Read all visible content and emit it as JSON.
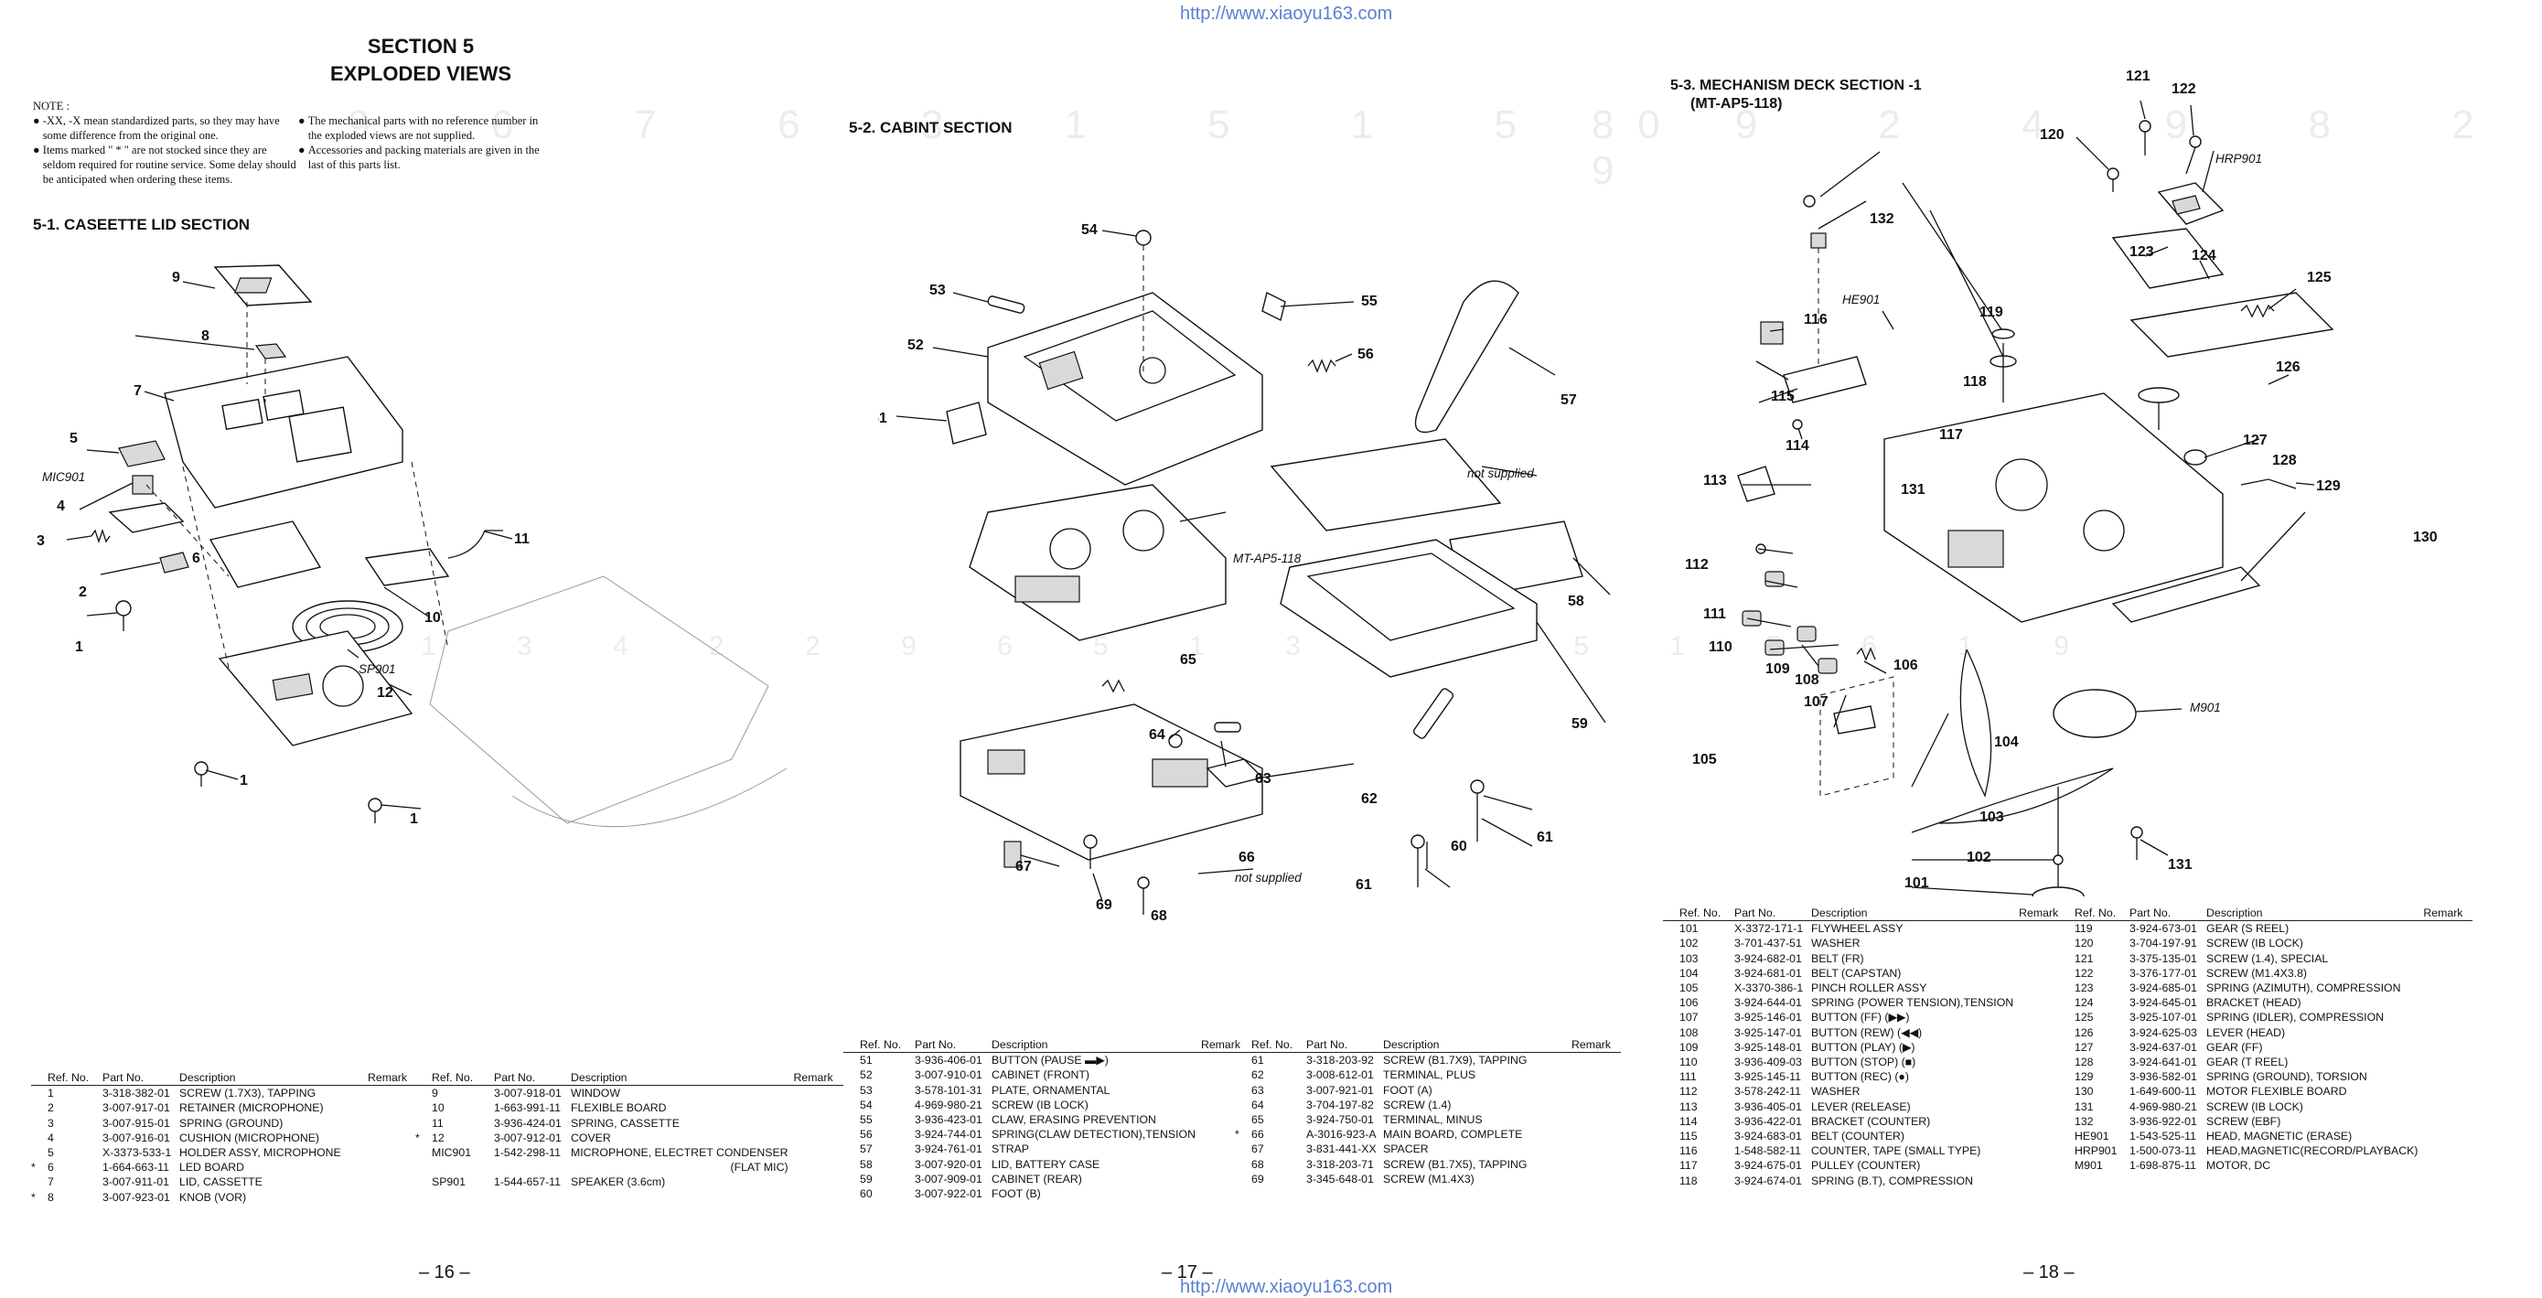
{
  "watermark": {
    "url": "http://www.xiaoyu163.com"
  },
  "page16": {
    "section_title": "SECTION 5",
    "section_subtitle": "EXPLODED VIEWS",
    "note": {
      "heading": "NOTE :",
      "bullets_left": [
        "-XX, -X mean standardized parts, so they may have some difference from the original one.",
        "Items marked \" * \" are not stocked since they are seldom required for routine service. Some delay should be anticipated when ordering these items."
      ],
      "bullets_right": [
        "The mechanical parts with no reference number in the exploded views are not supplied.",
        "Accessories and packing materials are given in the last of this parts list."
      ]
    },
    "subsection": "5-1. CASEETTE LID SECTION",
    "callouts": [
      "9",
      "8",
      "7",
      "5",
      "MIC901",
      "4",
      "3",
      "2",
      "1",
      "11",
      "10",
      "SP901",
      "12",
      "1",
      "1",
      "6"
    ],
    "table_headers": [
      "Ref. No.",
      "Part No.",
      "Description",
      "Remark"
    ],
    "table_left": [
      {
        "mark": "",
        "ref": "1",
        "part": "3-318-382-01",
        "desc": "SCREW (1.7X3), TAPPING",
        "remark": ""
      },
      {
        "mark": "",
        "ref": "2",
        "part": "3-007-917-01",
        "desc": "RETAINER (MICROPHONE)",
        "remark": ""
      },
      {
        "mark": "",
        "ref": "3",
        "part": "3-007-915-01",
        "desc": "SPRING (GROUND)",
        "remark": ""
      },
      {
        "mark": "",
        "ref": "4",
        "part": "3-007-916-01",
        "desc": "CUSHION (MICROPHONE)",
        "remark": ""
      },
      {
        "mark": "",
        "ref": "5",
        "part": "X-3373-533-1",
        "desc": "HOLDER ASSY, MICROPHONE",
        "remark": ""
      },
      {
        "mark": "",
        "ref": "",
        "part": "",
        "desc": "",
        "remark": ""
      },
      {
        "mark": "*",
        "ref": "6",
        "part": "1-664-663-11",
        "desc": "LED BOARD",
        "remark": ""
      },
      {
        "mark": "",
        "ref": "7",
        "part": "3-007-911-01",
        "desc": "LID, CASSETTE",
        "remark": ""
      },
      {
        "mark": "*",
        "ref": "8",
        "part": "3-007-923-01",
        "desc": "KNOB (VOR)",
        "remark": ""
      }
    ],
    "table_right": [
      {
        "mark": "",
        "ref": "9",
        "part": "3-007-918-01",
        "desc": "WINDOW",
        "remark": ""
      },
      {
        "mark": "",
        "ref": "10",
        "part": "1-663-991-11",
        "desc": "FLEXIBLE BOARD",
        "remark": ""
      },
      {
        "mark": "",
        "ref": "11",
        "part": "3-936-424-01",
        "desc": "SPRING, CASSETTE",
        "remark": ""
      },
      {
        "mark": "*",
        "ref": "12",
        "part": "3-007-912-01",
        "desc": "COVER",
        "remark": ""
      },
      {
        "mark": "",
        "ref": "MIC901",
        "part": "1-542-298-11",
        "desc": "MICROPHONE, ELECTRET CONDENSER",
        "remark": ""
      },
      {
        "mark": "",
        "ref": "",
        "part": "",
        "desc": "(FLAT MIC)",
        "remark": ""
      },
      {
        "mark": "",
        "ref": "",
        "part": "",
        "desc": "",
        "remark": ""
      },
      {
        "mark": "",
        "ref": "SP901",
        "part": "1-544-657-11",
        "desc": "SPEAKER (3.6cm)",
        "remark": ""
      }
    ],
    "page_number": "– 16 –"
  },
  "page17": {
    "subsection": "5-2. CABINT SECTION",
    "callouts": [
      "54",
      "53",
      "52",
      "51",
      "55",
      "56",
      "57",
      "not supplied",
      "MT-AP5-118",
      "58",
      "65",
      "64",
      "63",
      "62",
      "59",
      "60",
      "61",
      "61",
      "66",
      "67",
      "69",
      "68",
      "not supplied"
    ],
    "table_headers": [
      "Ref. No.",
      "Part No.",
      "Description",
      "Remark"
    ],
    "table_left": [
      {
        "mark": "",
        "ref": "51",
        "part": "3-936-406-01",
        "desc": "BUTTON (PAUSE ▬▶)",
        "remark": ""
      },
      {
        "mark": "",
        "ref": "52",
        "part": "3-007-910-01",
        "desc": "CABINET (FRONT)",
        "remark": ""
      },
      {
        "mark": "",
        "ref": "53",
        "part": "3-578-101-31",
        "desc": "PLATE, ORNAMENTAL",
        "remark": ""
      },
      {
        "mark": "",
        "ref": "54",
        "part": "4-969-980-21",
        "desc": "SCREW (IB LOCK)",
        "remark": ""
      },
      {
        "mark": "",
        "ref": "55",
        "part": "3-936-423-01",
        "desc": "CLAW, ERASING PREVENTION",
        "remark": ""
      },
      {
        "mark": "",
        "ref": "",
        "part": "",
        "desc": "",
        "remark": ""
      },
      {
        "mark": "",
        "ref": "56",
        "part": "3-924-744-01",
        "desc": "SPRING(CLAW DETECTION),TENSION",
        "remark": ""
      },
      {
        "mark": "",
        "ref": "57",
        "part": "3-924-761-01",
        "desc": "STRAP",
        "remark": ""
      },
      {
        "mark": "",
        "ref": "58",
        "part": "3-007-920-01",
        "desc": "LID, BATTERY CASE",
        "remark": ""
      },
      {
        "mark": "",
        "ref": "59",
        "part": "3-007-909-01",
        "desc": "CABINET (REAR)",
        "remark": ""
      },
      {
        "mark": "",
        "ref": "60",
        "part": "3-007-922-01",
        "desc": "FOOT (B)",
        "remark": ""
      }
    ],
    "table_right": [
      {
        "mark": "",
        "ref": "61",
        "part": "3-318-203-92",
        "desc": "SCREW (B1.7X9), TAPPING",
        "remark": ""
      },
      {
        "mark": "",
        "ref": "62",
        "part": "3-008-612-01",
        "desc": "TERMINAL, PLUS",
        "remark": ""
      },
      {
        "mark": "",
        "ref": "63",
        "part": "3-007-921-01",
        "desc": "FOOT (A)",
        "remark": ""
      },
      {
        "mark": "",
        "ref": "64",
        "part": "3-704-197-82",
        "desc": "SCREW (1.4)",
        "remark": ""
      },
      {
        "mark": "",
        "ref": "65",
        "part": "3-924-750-01",
        "desc": "TERMINAL, MINUS",
        "remark": ""
      },
      {
        "mark": "",
        "ref": "",
        "part": "",
        "desc": "",
        "remark": ""
      },
      {
        "mark": "*",
        "ref": "66",
        "part": "A-3016-923-A",
        "desc": "MAIN BOARD, COMPLETE",
        "remark": ""
      },
      {
        "mark": "",
        "ref": "67",
        "part": "3-831-441-XX",
        "desc": "SPACER",
        "remark": ""
      },
      {
        "mark": "",
        "ref": "68",
        "part": "3-318-203-71",
        "desc": "SCREW (B1.7X5), TAPPING",
        "remark": ""
      },
      {
        "mark": "",
        "ref": "69",
        "part": "3-345-648-01",
        "desc": "SCREW (M1.4X3)",
        "remark": ""
      }
    ],
    "page_number": "– 17 –"
  },
  "page18": {
    "subsection_line1": "5-3. MECHANISM DECK SECTION -1",
    "subsection_line2": "(MT-AP5-118)",
    "callouts": [
      "121",
      "122",
      "120",
      "HRP901",
      "132",
      "123",
      "124",
      "125",
      "HE901",
      "116",
      "119",
      "118",
      "126",
      "115",
      "117",
      "127",
      "114",
      "128",
      "131",
      "129",
      "113",
      "130",
      "112",
      "111",
      "110",
      "109",
      "108",
      "106",
      "107",
      "M901",
      "105",
      "104",
      "103",
      "102",
      "131",
      "101"
    ],
    "table_headers": [
      "Ref. No.",
      "Part No.",
      "Description",
      "Remark"
    ],
    "table_left": [
      {
        "mark": "",
        "ref": "101",
        "part": "X-3372-171-1",
        "desc": "FLYWHEEL ASSY",
        "remark": ""
      },
      {
        "mark": "",
        "ref": "102",
        "part": "3-701-437-51",
        "desc": "WASHER",
        "remark": ""
      },
      {
        "mark": "",
        "ref": "103",
        "part": "3-924-682-01",
        "desc": "BELT (FR)",
        "remark": ""
      },
      {
        "mark": "",
        "ref": "104",
        "part": "3-924-681-01",
        "desc": "BELT (CAPSTAN)",
        "remark": ""
      },
      {
        "mark": "",
        "ref": "105",
        "part": "X-3370-386-1",
        "desc": "PINCH ROLLER ASSY",
        "remark": ""
      },
      {
        "mark": "",
        "ref": "",
        "part": "",
        "desc": "",
        "remark": ""
      },
      {
        "mark": "",
        "ref": "106",
        "part": "3-924-644-01",
        "desc": "SPRING (POWER TENSION),TENSION",
        "remark": ""
      },
      {
        "mark": "",
        "ref": "107",
        "part": "3-925-146-01",
        "desc": "BUTTON (FF) (▶▶)",
        "remark": ""
      },
      {
        "mark": "",
        "ref": "108",
        "part": "3-925-147-01",
        "desc": "BUTTON (REW) (◀◀)",
        "remark": ""
      },
      {
        "mark": "",
        "ref": "109",
        "part": "3-925-148-01",
        "desc": "BUTTON (PLAY) (▶)",
        "remark": ""
      },
      {
        "mark": "",
        "ref": "110",
        "part": "3-936-409-03",
        "desc": "BUTTON (STOP) (■)",
        "remark": ""
      },
      {
        "mark": "",
        "ref": "",
        "part": "",
        "desc": "",
        "remark": ""
      },
      {
        "mark": "",
        "ref": "111",
        "part": "3-925-145-11",
        "desc": "BUTTON (REC) (●)",
        "remark": ""
      },
      {
        "mark": "",
        "ref": "112",
        "part": "3-578-242-11",
        "desc": "WASHER",
        "remark": ""
      },
      {
        "mark": "",
        "ref": "113",
        "part": "3-936-405-01",
        "desc": "LEVER (RELEASE)",
        "remark": ""
      },
      {
        "mark": "",
        "ref": "114",
        "part": "3-936-422-01",
        "desc": "BRACKET (COUNTER)",
        "remark": ""
      },
      {
        "mark": "",
        "ref": "115",
        "part": "3-924-683-01",
        "desc": "BELT (COUNTER)",
        "remark": ""
      },
      {
        "mark": "",
        "ref": "",
        "part": "",
        "desc": "",
        "remark": ""
      },
      {
        "mark": "",
        "ref": "116",
        "part": "1-548-582-11",
        "desc": "COUNTER, TAPE (SMALL TYPE)",
        "remark": ""
      },
      {
        "mark": "",
        "ref": "117",
        "part": "3-924-675-01",
        "desc": "PULLEY (COUNTER)",
        "remark": ""
      },
      {
        "mark": "",
        "ref": "118",
        "part": "3-924-674-01",
        "desc": "SPRING (B.T), COMPRESSION",
        "remark": ""
      }
    ],
    "table_right": [
      {
        "mark": "",
        "ref": "119",
        "part": "3-924-673-01",
        "desc": "GEAR (S REEL)",
        "remark": ""
      },
      {
        "mark": "",
        "ref": "120",
        "part": "3-704-197-91",
        "desc": "SCREW (IB LOCK)",
        "remark": ""
      },
      {
        "mark": "",
        "ref": "121",
        "part": "3-375-135-01",
        "desc": "SCREW (1.4), SPECIAL",
        "remark": ""
      },
      {
        "mark": "",
        "ref": "122",
        "part": "3-376-177-01",
        "desc": "SCREW (M1.4X3.8)",
        "remark": ""
      },
      {
        "mark": "",
        "ref": "123",
        "part": "3-924-685-01",
        "desc": "SPRING (AZIMUTH), COMPRESSION",
        "remark": ""
      },
      {
        "mark": "",
        "ref": "",
        "part": "",
        "desc": "",
        "remark": ""
      },
      {
        "mark": "",
        "ref": "124",
        "part": "3-924-645-01",
        "desc": "BRACKET (HEAD)",
        "remark": ""
      },
      {
        "mark": "",
        "ref": "125",
        "part": "3-925-107-01",
        "desc": "SPRING (IDLER), COMPRESSION",
        "remark": ""
      },
      {
        "mark": "",
        "ref": "126",
        "part": "3-924-625-03",
        "desc": "LEVER (HEAD)",
        "remark": ""
      },
      {
        "mark": "",
        "ref": "127",
        "part": "3-924-637-01",
        "desc": "GEAR (FF)",
        "remark": ""
      },
      {
        "mark": "",
        "ref": "128",
        "part": "3-924-641-01",
        "desc": "GEAR (T REEL)",
        "remark": ""
      },
      {
        "mark": "",
        "ref": "",
        "part": "",
        "desc": "",
        "remark": ""
      },
      {
        "mark": "",
        "ref": "129",
        "part": "3-936-582-01",
        "desc": "SPRING (GROUND), TORSION",
        "remark": ""
      },
      {
        "mark": "",
        "ref": "130",
        "part": "1-649-600-11",
        "desc": "MOTOR FLEXIBLE BOARD",
        "remark": ""
      },
      {
        "mark": "",
        "ref": "131",
        "part": "4-969-980-21",
        "desc": "SCREW (IB LOCK)",
        "remark": ""
      },
      {
        "mark": "",
        "ref": "132",
        "part": "3-936-922-01",
        "desc": "SCREW (EBF)",
        "remark": ""
      },
      {
        "mark": "",
        "ref": "HE901",
        "part": "1-543-525-11",
        "desc": "HEAD, MAGNETIC (ERASE)",
        "remark": ""
      },
      {
        "mark": "",
        "ref": "",
        "part": "",
        "desc": "",
        "remark": ""
      },
      {
        "mark": "",
        "ref": "HRP901",
        "part": "1-500-073-11",
        "desc": "HEAD,MAGNETIC(RECORD/PLAYBACK)",
        "remark": ""
      },
      {
        "mark": "",
        "ref": "M901",
        "part": "1-698-875-11",
        "desc": "MOTOR, DC",
        "remark": ""
      }
    ],
    "page_number": "– 18 –"
  }
}
